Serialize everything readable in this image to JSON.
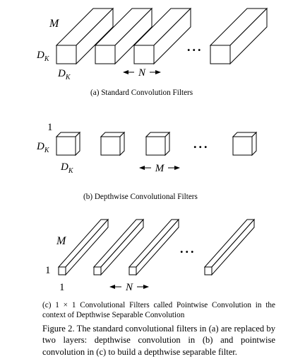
{
  "panels": {
    "a": {
      "caption": "(a)  Standard Convolution Filters",
      "labels": {
        "depth": "M",
        "height": "D",
        "height_sub": "K",
        "width": "D",
        "width_sub": "K",
        "count": "N"
      },
      "ellipsis": "..."
    },
    "b": {
      "caption": "(b)  Depthwise Convolutional Filters",
      "labels": {
        "depth": "1",
        "height": "D",
        "height_sub": "K",
        "width": "D",
        "width_sub": "K",
        "count": "M"
      },
      "ellipsis": "..."
    },
    "c": {
      "caption": "(c)  1 × 1 Convolutional Filters called Pointwise Convolution in the context of Depthwise Separable Convolution",
      "labels": {
        "depth": "M",
        "height": "1",
        "width": "1",
        "count": "N"
      },
      "ellipsis": "..."
    }
  },
  "figure_caption": "Figure 2. The standard convolutional filters in (a) are replaced by two layers: depthwise convolution in (b) and pointwise convolution in (c) to build a depthwise separable filter."
}
